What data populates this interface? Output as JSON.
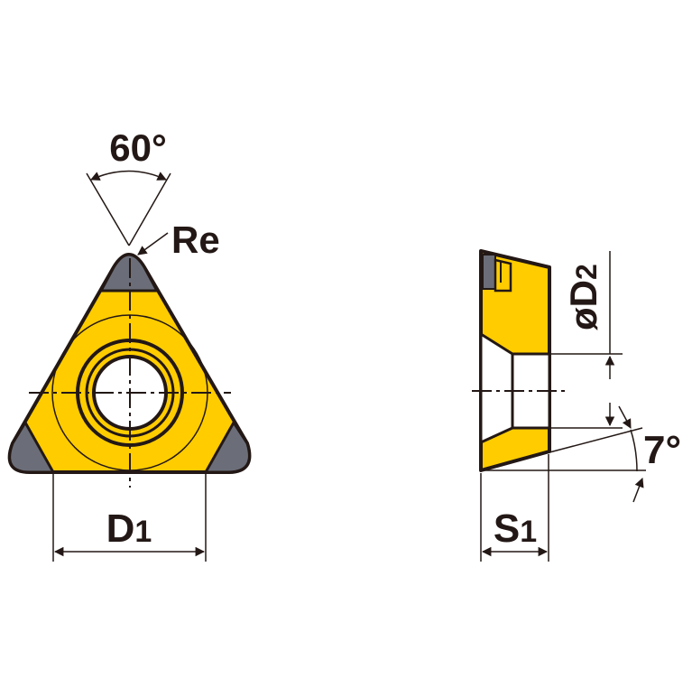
{
  "labels": {
    "angle_top": "60°",
    "corner_radius": "Re",
    "inscribed_circle_main": "D",
    "inscribed_circle_sub": "1",
    "hole_prefix": "ø",
    "hole_main": "D",
    "hole_sub": "2",
    "thickness_main": "S",
    "thickness_sub": "1",
    "clearance_angle": "7°"
  },
  "colors": {
    "carbide_yellow": "#FFCC00",
    "corner_gray": "#6B6E78",
    "outline": "#231815",
    "background": "#FFFFFF"
  }
}
